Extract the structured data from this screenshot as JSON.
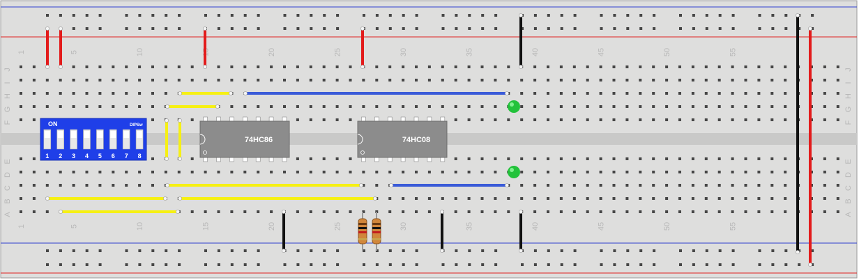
{
  "breadboard": {
    "column_numbers": [
      "1",
      "5",
      "10",
      "15",
      "20",
      "25",
      "30",
      "35",
      "40",
      "45",
      "50",
      "55"
    ],
    "upper_row_letters": [
      "J",
      "I",
      "H",
      "G",
      "F"
    ],
    "lower_row_letters": [
      "E",
      "D",
      "C",
      "B",
      "A"
    ]
  },
  "components": {
    "dip_switch": {
      "on_label": "ON",
      "brand_label": "DIPSw",
      "switch_numbers": [
        "1",
        "2",
        "3",
        "4",
        "5",
        "6",
        "7",
        "8"
      ]
    },
    "chips": [
      {
        "label": "74HC86"
      },
      {
        "label": "74HC08"
      }
    ],
    "leds": [
      {
        "name": "led-upper",
        "color": "#22c23a"
      },
      {
        "name": "led-lower",
        "color": "#22c23a"
      }
    ],
    "resistors": [
      {
        "name": "resistor-1"
      },
      {
        "name": "resistor-2"
      }
    ]
  },
  "wire_colors": {
    "red": "#e31b1b",
    "black": "#111111",
    "yellow": "#f6f013",
    "blue": "#3a5bd8"
  }
}
